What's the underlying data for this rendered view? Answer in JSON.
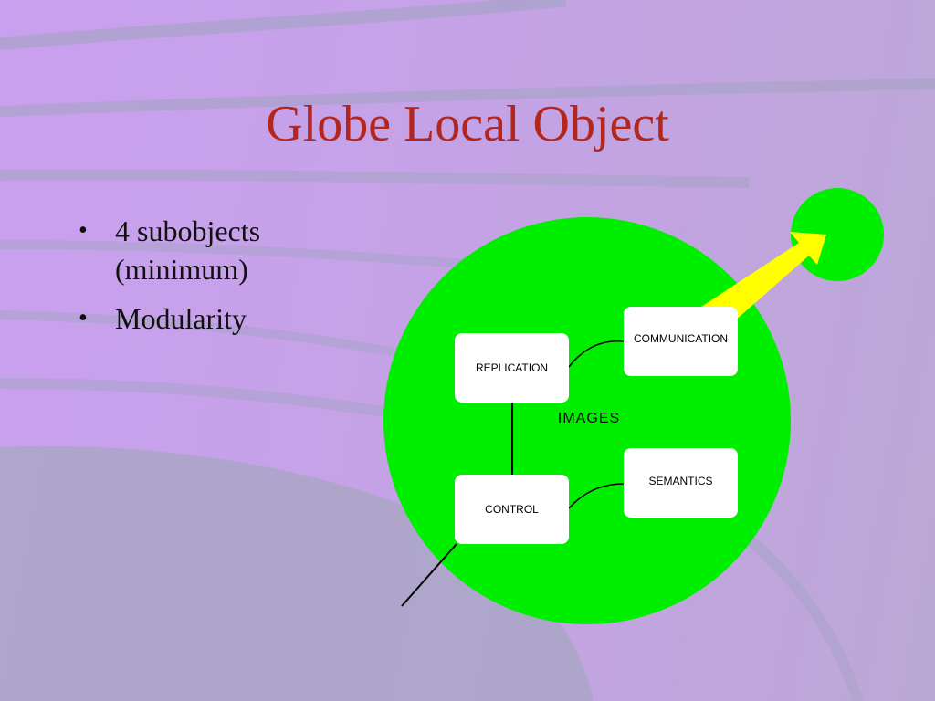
{
  "slide": {
    "title": "Globe Local Object",
    "bullets": [
      {
        "marker": "•",
        "text": "4 subobjects (minimum)"
      },
      {
        "marker": "•",
        "text": "Modularity"
      }
    ]
  },
  "diagram": {
    "center_label": "IMAGES",
    "boxes": {
      "replication": "REPLICATION",
      "communication": "COMMUNICATION",
      "control": "CONTROL",
      "semantics": "SEMANTICS"
    }
  },
  "colors": {
    "background": "#c9a0ef",
    "title": "#b3261e",
    "object_fill": "#00ee00",
    "arrow_fill": "#ffff00",
    "box_fill": "#ffffff"
  }
}
